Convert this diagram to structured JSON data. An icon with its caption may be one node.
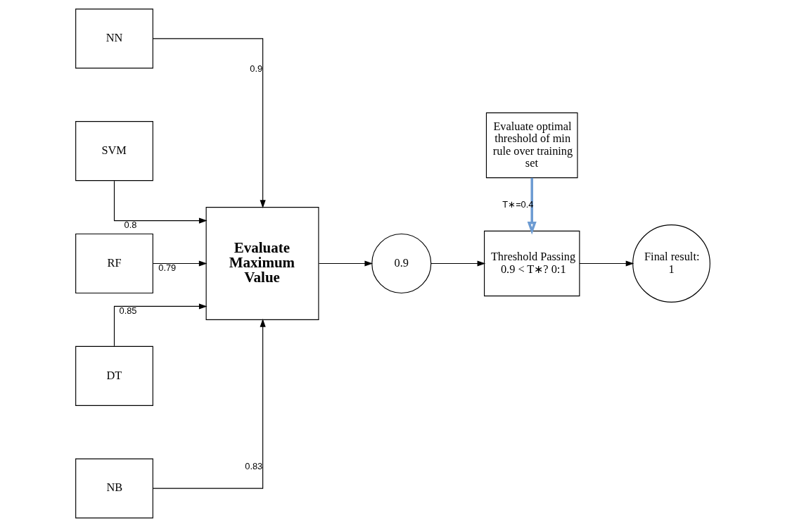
{
  "diagram": {
    "nodes": [
      {
        "text": [
          "NN"
        ]
      },
      {
        "text": [
          "SVM"
        ]
      },
      {
        "text": [
          "RF"
        ]
      },
      {
        "text": [
          "DT"
        ]
      },
      {
        "text": [
          "NB"
        ]
      },
      {
        "text": [
          "Evaluate Maximum Value"
        ]
      },
      {
        "text": [
          "0.9"
        ]
      },
      {
        "text": [
          "Evaluate optimal threshold of min rule over training set"
        ]
      },
      {
        "text": [
          "Threshold Passing 0.9 < T∗? 0:1"
        ]
      },
      {
        "text": [
          "Final result: 1"
        ]
      }
    ],
    "edges": [
      {
        "from": 0,
        "to": 5,
        "arrow": "to",
        "label": "0.9"
      },
      {
        "from": 1,
        "to": 5,
        "arrow": "to",
        "label": "0.8"
      },
      {
        "from": 2,
        "to": 5,
        "arrow": "to",
        "label": "0.79"
      },
      {
        "from": 3,
        "to": 5,
        "arrow": "to",
        "label": "0.85"
      },
      {
        "from": 4,
        "to": 5,
        "arrow": "to",
        "label": "0.83"
      },
      {
        "from": 5,
        "to": 6,
        "arrow": "to"
      },
      {
        "from": 6,
        "to": 8,
        "arrow": "to"
      },
      {
        "from": 7,
        "to": 8,
        "arrow": "to",
        "label": "T∗=0.4",
        "style": "thick",
        "color": "#6c9bd2"
      },
      {
        "from": 8,
        "to": 9,
        "arrow": "to"
      }
    ]
  }
}
